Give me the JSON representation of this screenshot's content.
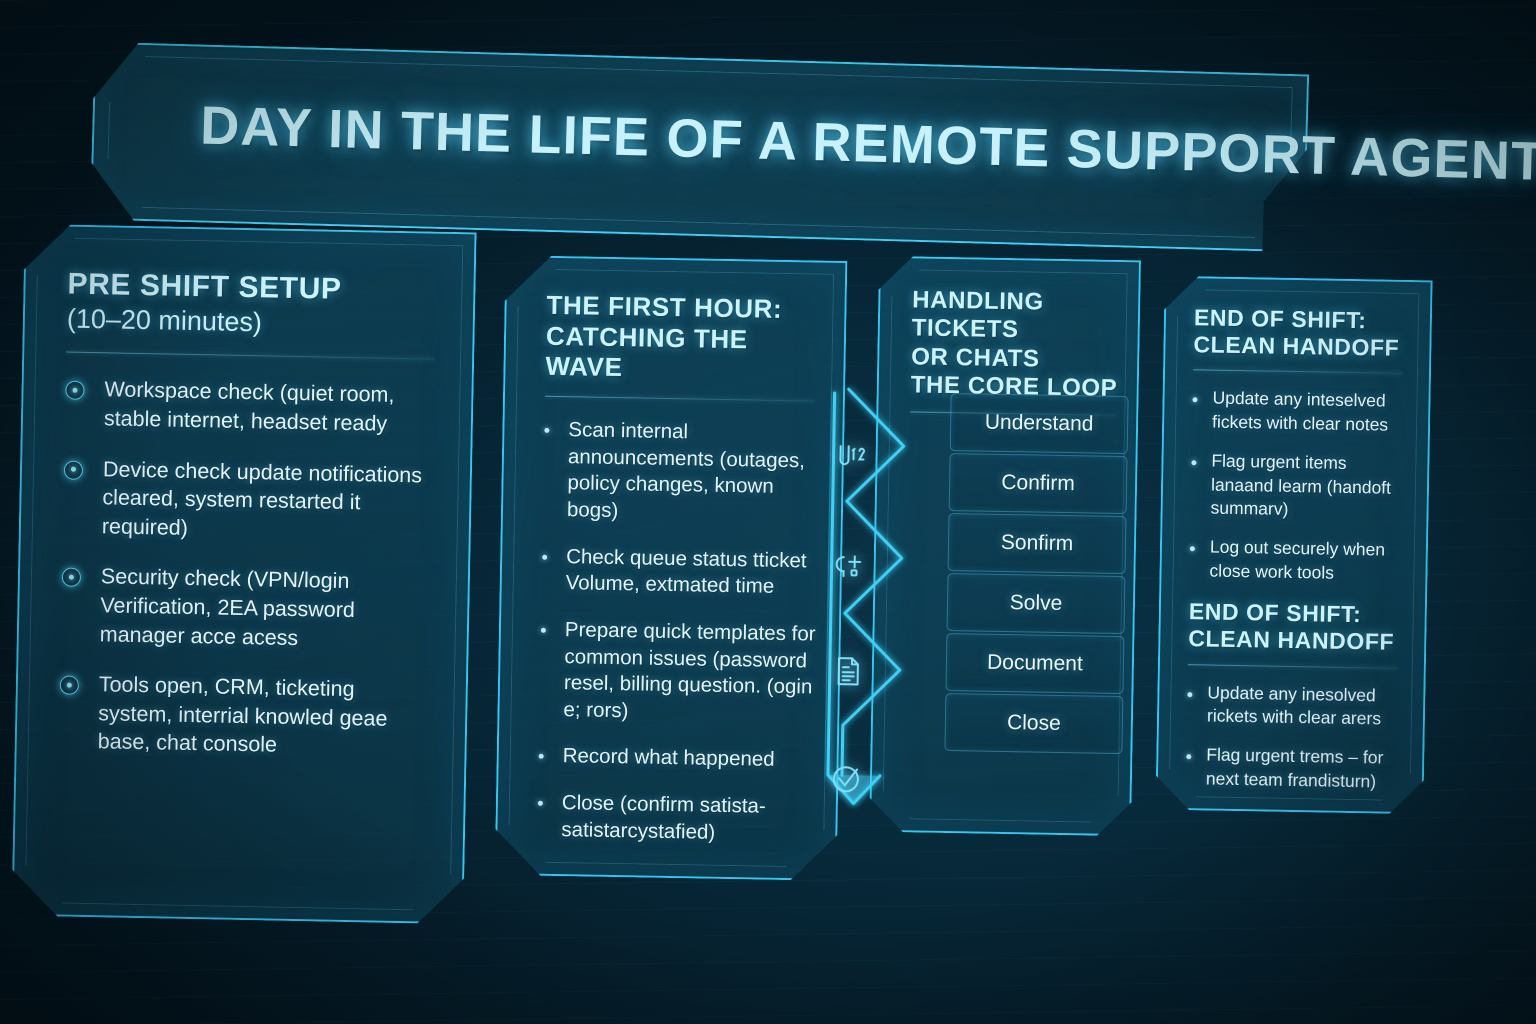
{
  "theme": {
    "accent": "#35c6f2",
    "accent_bright": "#7fe0fa",
    "text": "#e3f6fd",
    "title_text": "#cdf3fc",
    "background_dark": "#03151f",
    "background_mid": "#07293a"
  },
  "banner": {
    "title": "DAY IN THE LIFE OF A REMOTE SUPPORT AGENT"
  },
  "panels": [
    {
      "id": "pre-shift-setup",
      "title": "PRE SHIFT SETUP",
      "subtitle": "(10–20 minutes)",
      "bullet_style": "ring",
      "items": [
        "Workspace check (quiet room, stable internet, headset ready",
        "Device check update notifications cleared, system restarted it required)",
        "Security check (VPN/login Verification, 2EA password manager acce acess",
        "Tools open, CRM, ticketing system, interrial knowled geae base, chat console"
      ]
    },
    {
      "id": "the-first-hour",
      "title": "THE FIRST HOUR:\nCATCHING THE WAVE",
      "title_line1": "THE FIRST HOUR:",
      "title_line2": "CATCHING THE WAVE",
      "bullet_style": "dot",
      "items": [
        "Scan internal announcements (outages, policy changes, known bogs)",
        "Check queue status tticket Volume, extmated time",
        "Prepare quick templates for common issues (password resel, billing question. (ogin e; rors)",
        "Record what happened",
        "Close (confirm satista-satistarcystafied)"
      ]
    },
    {
      "id": "handling-tickets-core-loop",
      "title_line1": "HANDLING TICKETS",
      "title_line2": "OR CHATS",
      "title_line3": "THE CORE LOOP",
      "loop_steps": [
        "Understand",
        "Confirm",
        "Sonfirm",
        "Solve",
        "Document",
        "Close"
      ],
      "flow_icons": [
        "ticket-id-icon",
        "chat-plus-icon",
        "document-lines-icon",
        "check-circle-icon"
      ]
    },
    {
      "id": "end-of-shift-clean-handoff",
      "sections": [
        {
          "title_line1": "END OF SHIFT:",
          "title_line2": "CLEAN HANDOFF",
          "items": [
            "Update any inteselved fickets with clear notes",
            "Flag urgent items lanaand learm (handoft summarv)",
            "Log out securely when close work tools"
          ]
        },
        {
          "title_line1": "END OF SHIFT:",
          "title_line2": "CLEAN HANDOFF",
          "items": [
            "Update any inesolved rickets with clear arers",
            "Flag urgent trems – for next team frandisturn)"
          ]
        }
      ]
    }
  ]
}
